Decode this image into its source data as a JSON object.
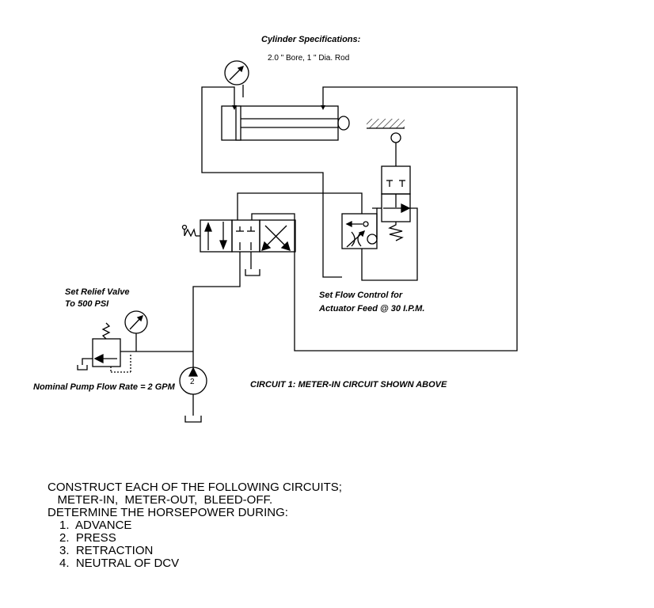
{
  "labels": {
    "cylinder_spec_title": "Cylinder Specifications:",
    "cylinder_spec_detail": "2.0 \" Bore,  1 \" Dia. Rod",
    "relief_line1": "Set Relief Valve",
    "relief_line2": "To 500 PSI",
    "pump_number": "2",
    "pump_flow": "Nominal Pump Flow Rate = 2 GPM",
    "flow_control_line1": "Set Flow Control for",
    "flow_control_line2": "Actuator Feed @ 30 I.P.M.",
    "circuit_caption": "CIRCUIT 1:  METER-IN CIRCUIT SHOWN ABOVE"
  },
  "instructions": {
    "line1": "CONSTRUCT EACH OF THE FOLLOWING CIRCUITS;",
    "line2": "   METER-IN,  METER-OUT,  BLEED-OFF.",
    "line3": "DETERMINE THE HORSEPOWER DURING:",
    "items": [
      "1.  ADVANCE",
      "2.  PRESS",
      "3.  RETRACTION",
      "4.  NEUTRAL OF DCV"
    ]
  }
}
